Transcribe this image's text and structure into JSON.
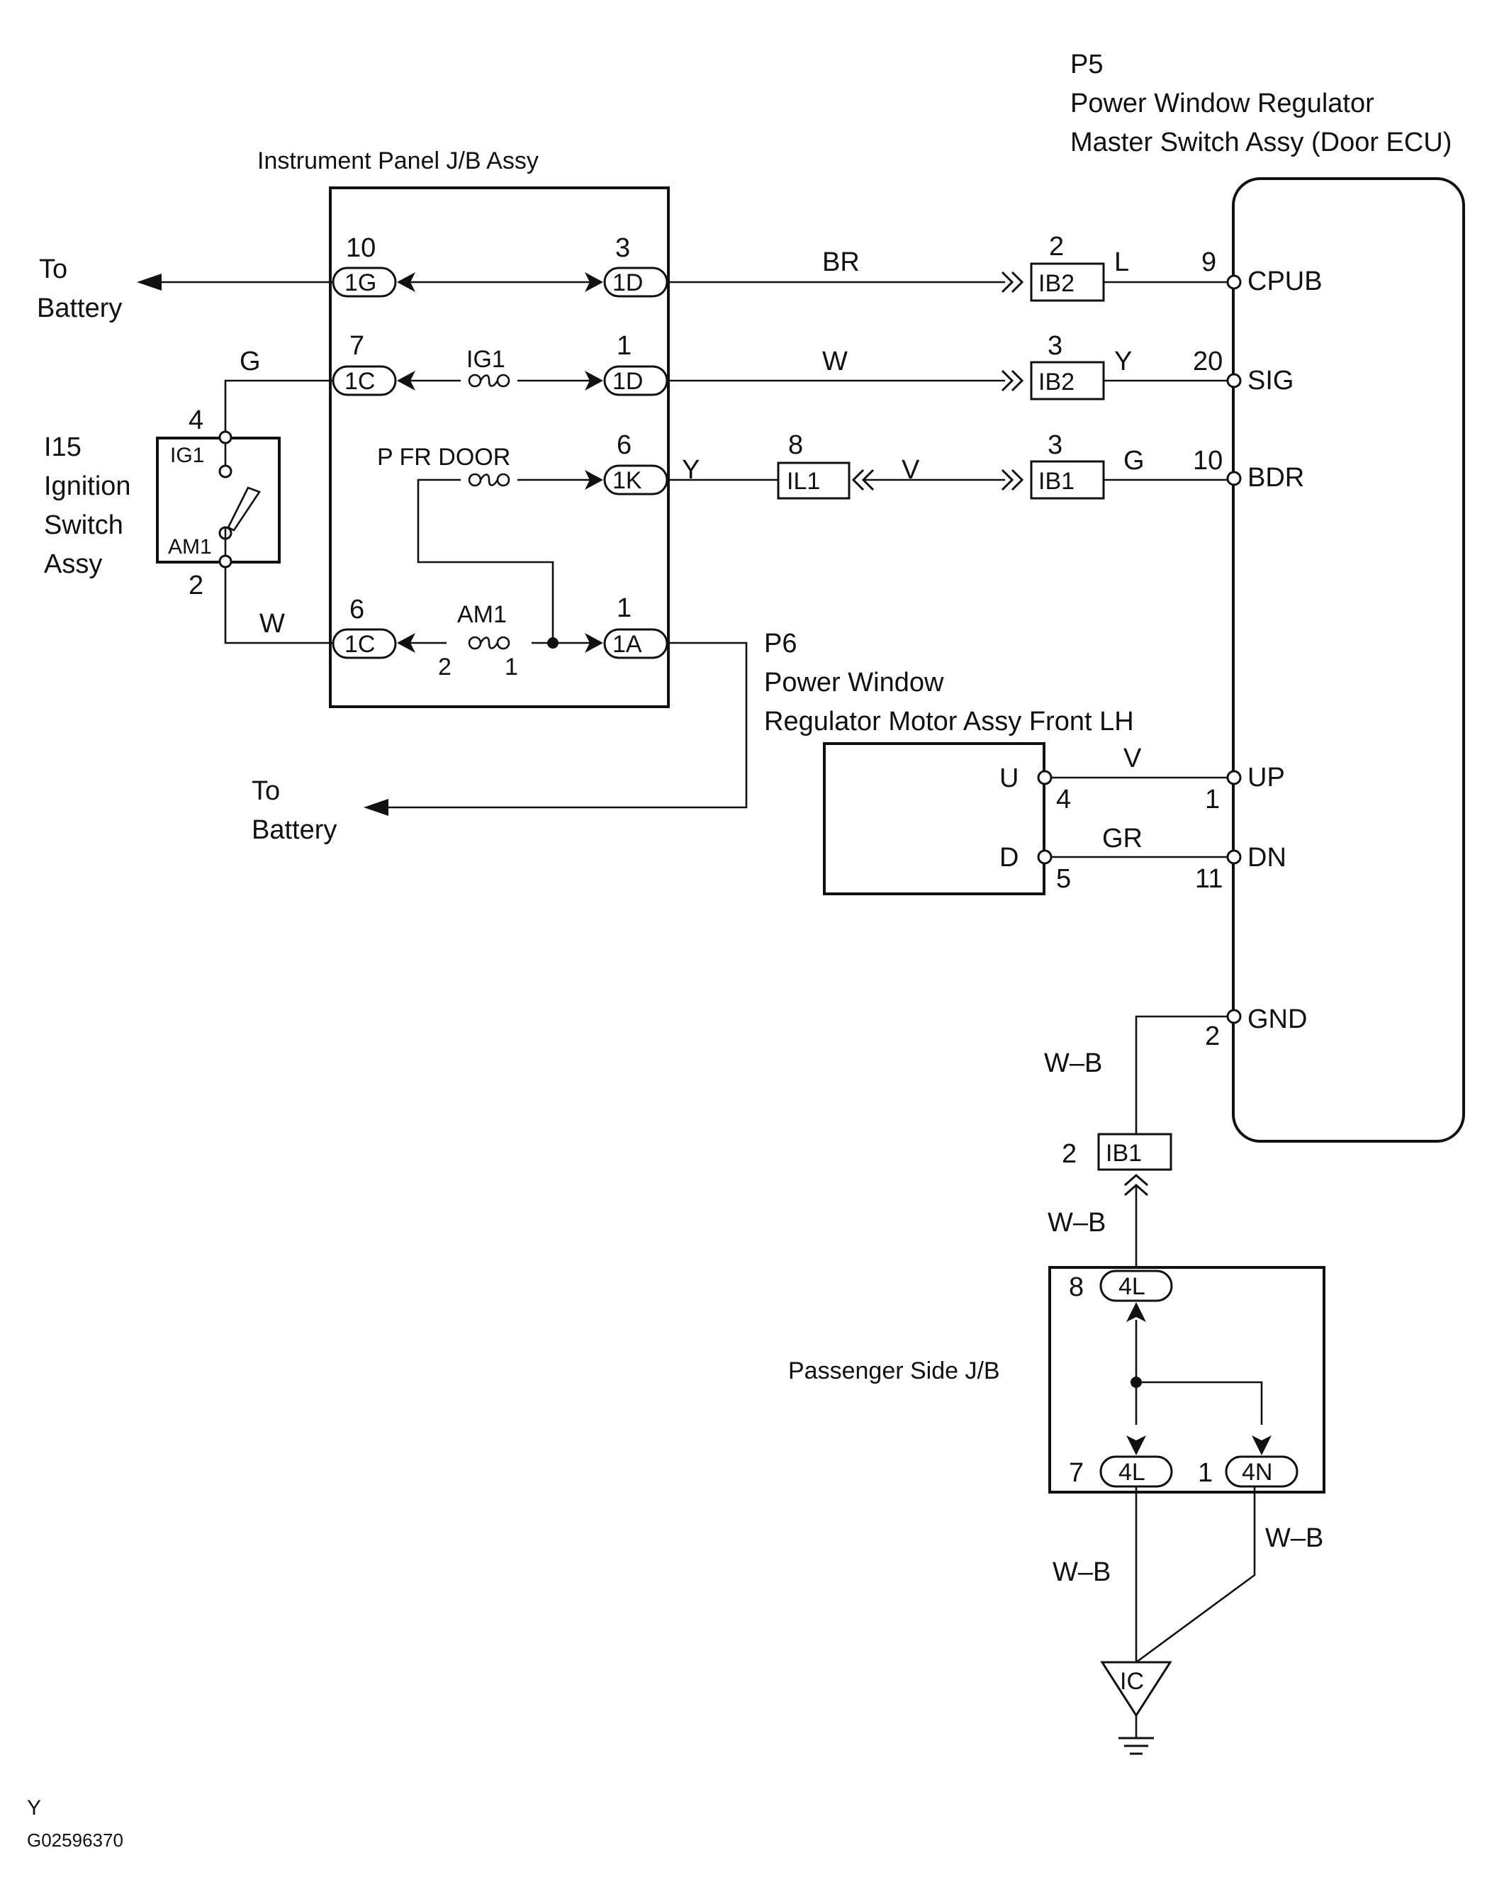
{
  "components": {
    "ecu": {
      "ref": "P5",
      "line1": "Power Window Regulator",
      "line2": "Master Switch Assy (Door ECU)"
    },
    "ipjb": {
      "label": "Instrument Panel J/B Assy"
    },
    "ignition": {
      "ref": "I15",
      "line1": "Ignition",
      "line2": "Switch",
      "line3": "Assy"
    },
    "motor": {
      "ref": "P6",
      "line1": "Power Window",
      "line2": "Regulator Motor Assy Front LH"
    },
    "psjb": {
      "label": "Passenger Side J/B"
    }
  },
  "battery": {
    "to": "To",
    "battery": "Battery"
  },
  "fuses": {
    "ig1": "IG1",
    "pfrdoor": "P FR DOOR",
    "am1": "AM1"
  },
  "ign_pins": {
    "ig1": "IG1",
    "am1": "AM1"
  },
  "connectors": {
    "g1": "1G",
    "c7": "1C",
    "c6": "1C",
    "d3": "1D",
    "d1": "1D",
    "k": "1K",
    "a": "1A",
    "ib2a": "IB2",
    "ib2b": "IB2",
    "ib1a": "IB1",
    "il1": "IL1",
    "ib1g": "IB1",
    "l8": "4L",
    "l7": "4L",
    "n1": "4N",
    "ic": "IC"
  },
  "pins": {
    "p10": "10",
    "p7": "7",
    "p6": "6",
    "p3": "3",
    "p1a": "1",
    "p6k": "6",
    "p1b": "1",
    "ig4": "4",
    "ig2": "2",
    "am2": "2",
    "am1": "1",
    "ib2a": "2",
    "ib2b": "3",
    "ib1": "3",
    "il1": "8",
    "e9": "9",
    "e20": "20",
    "e10": "10",
    "e1": "1",
    "e11": "11",
    "e2": "2",
    "m4": "4",
    "m5": "5",
    "g2": "2",
    "l8": "8",
    "l7": "7",
    "n1": "1"
  },
  "ecu_terms": {
    "cpub": "CPUB",
    "sig": "SIG",
    "bdr": "BDR",
    "up": "UP",
    "dn": "DN",
    "gnd": "GND"
  },
  "motor_terms": {
    "u": "U",
    "d": "D"
  },
  "wires": {
    "br": "BR",
    "l": "L",
    "w1": "W",
    "y1": "Y",
    "y2": "Y",
    "v1": "V",
    "g1": "G",
    "g_ign": "G",
    "w_ign": "W",
    "v_up": "V",
    "gr": "GR",
    "wb1": "W–B",
    "wb2": "W–B",
    "wb3": "W–B",
    "wb4": "W–B"
  },
  "footer": {
    "mark": "Y",
    "code": "G02596370"
  }
}
